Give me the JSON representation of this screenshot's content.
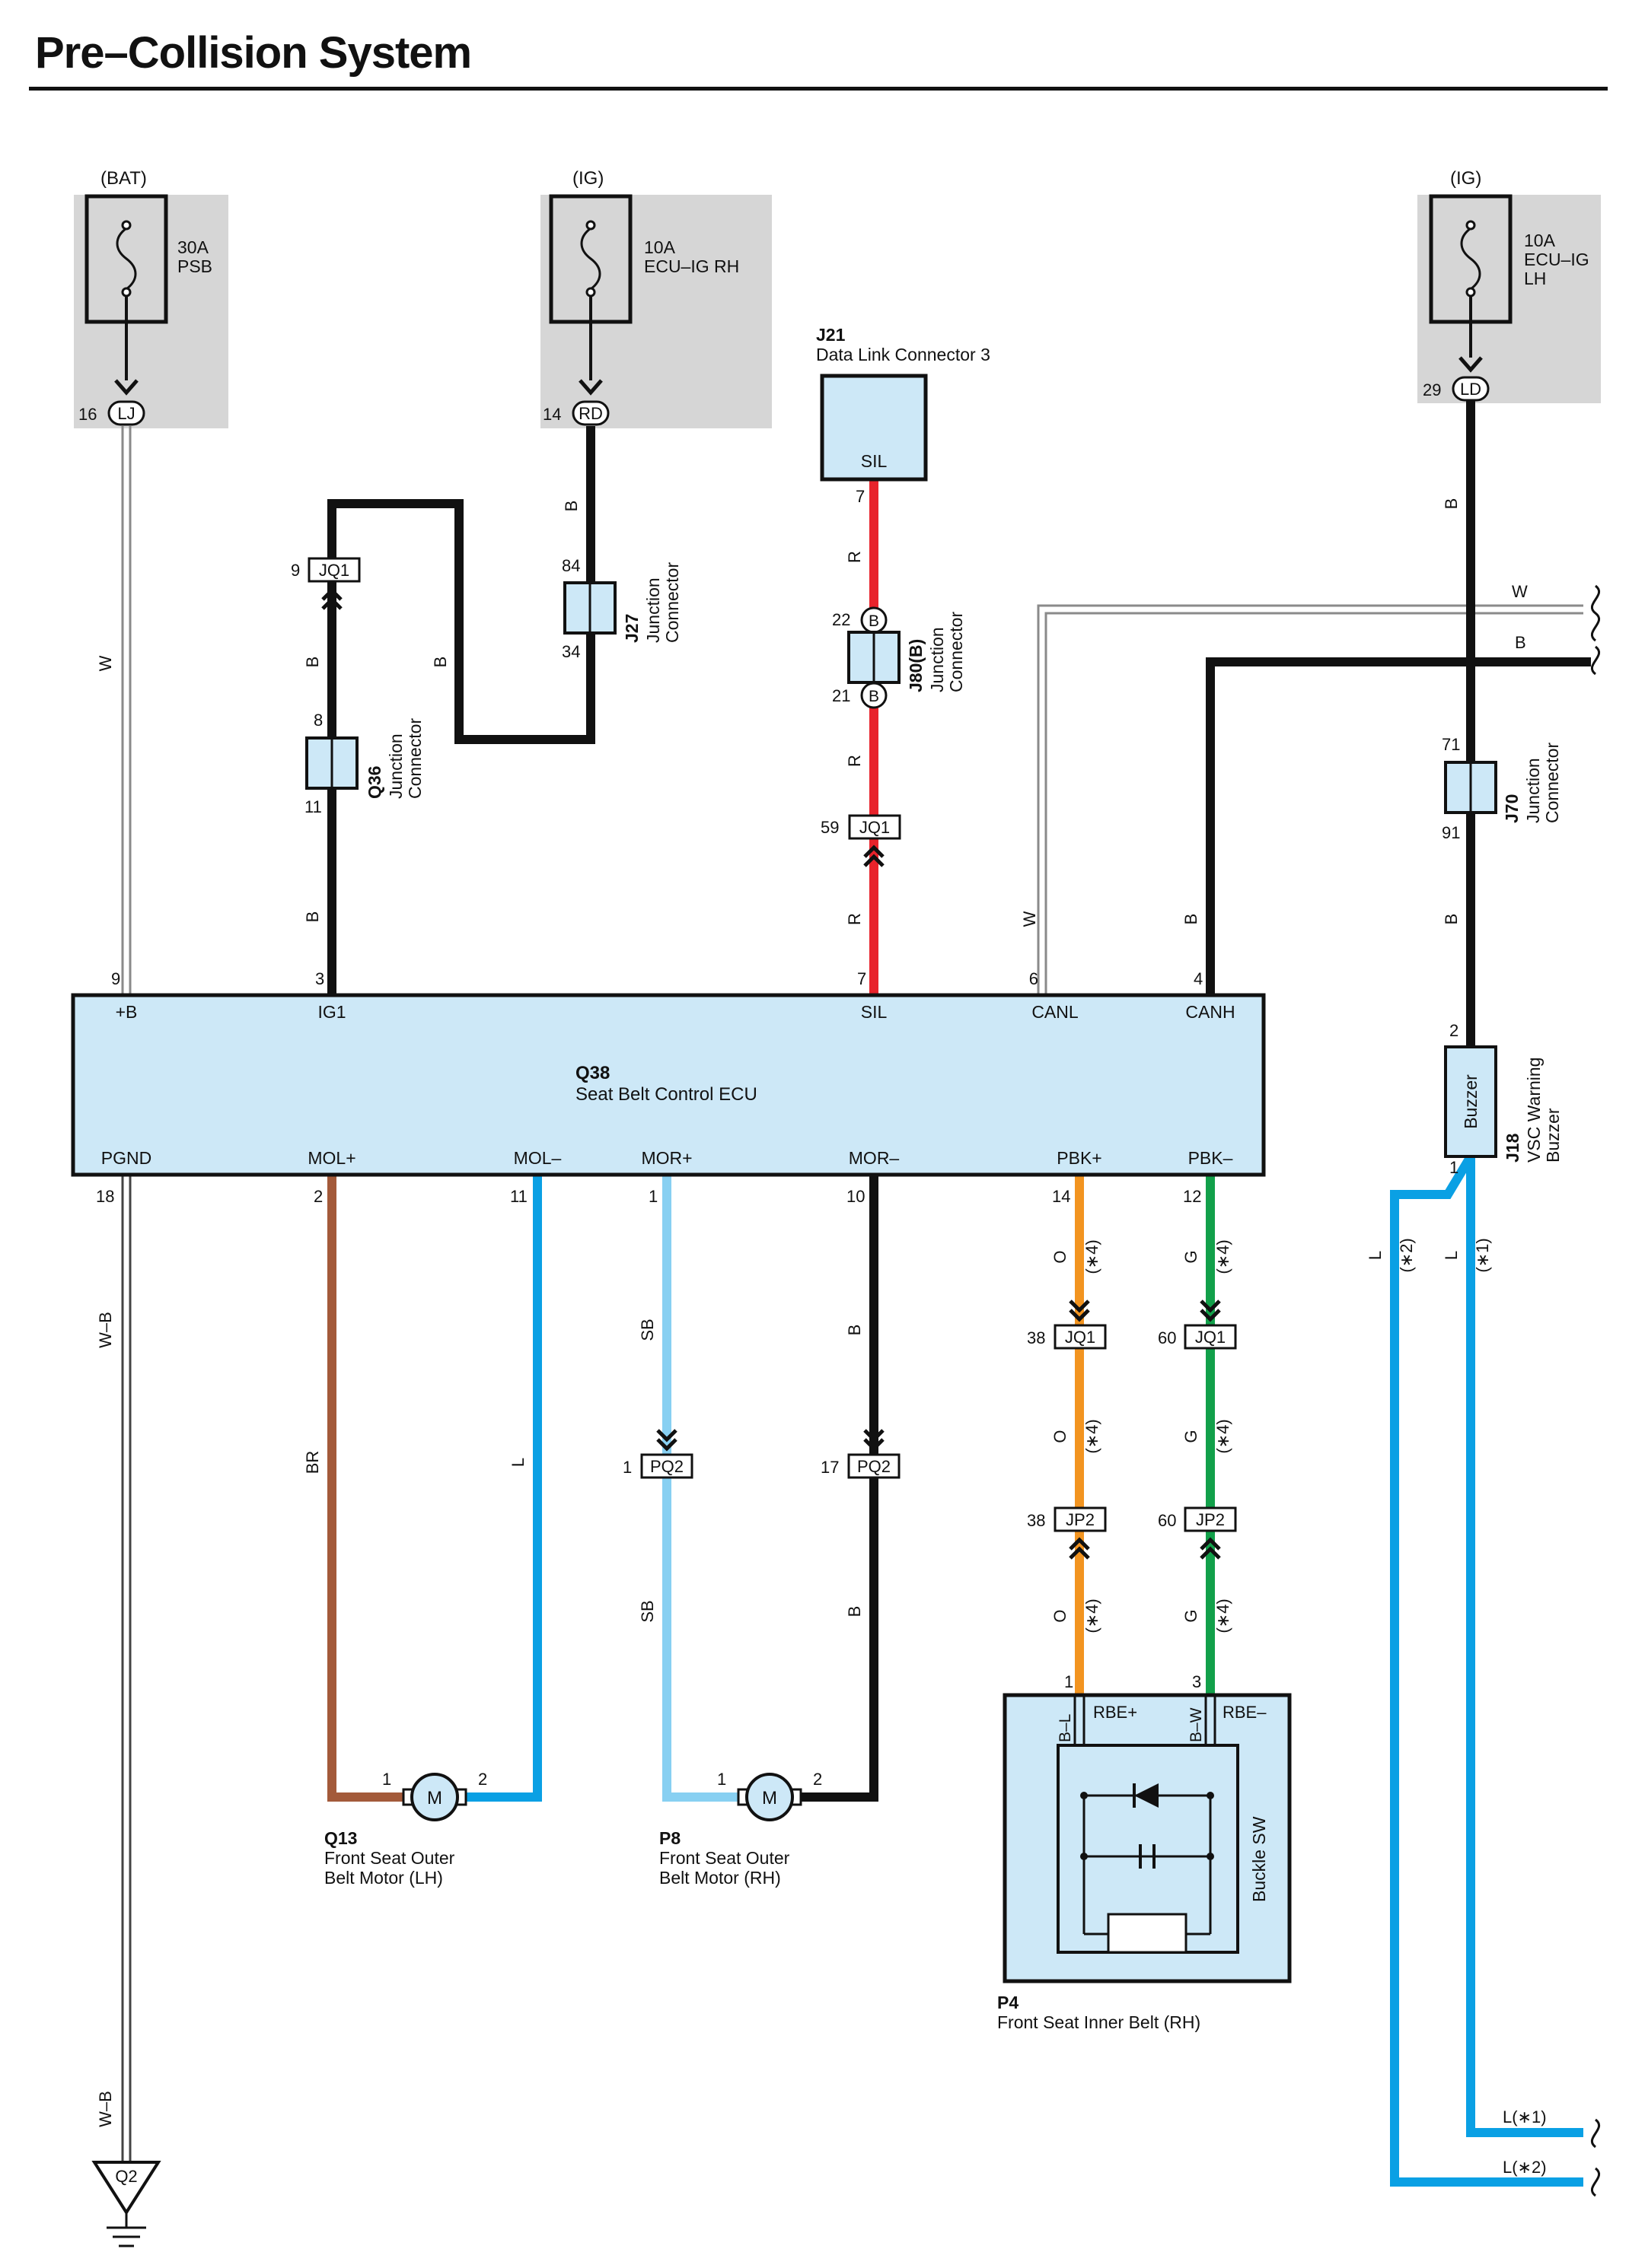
{
  "title": "Pre–Collision System",
  "sources": {
    "bat": {
      "group": "(BAT)",
      "amp": "30A",
      "name": "PSB",
      "pin": "16",
      "conn": "LJ"
    },
    "ig_rh": {
      "group": "(IG)",
      "amp": "10A",
      "name": "ECU–IG RH",
      "pin": "14",
      "conn": "RD"
    },
    "ig_lh": {
      "group": "(IG)",
      "amp": "10A",
      "name1": "ECU–IG",
      "name2": "LH",
      "pin": "29",
      "conn": "LD"
    }
  },
  "dlc": {
    "id": "J21",
    "name": "Data Link Connector 3",
    "pin_label": "SIL",
    "pin": "7"
  },
  "junctions": {
    "j27": {
      "id": "J27",
      "l1": "Junction",
      "l2": "Connector",
      "top": "84",
      "bottom": "34"
    },
    "q36": {
      "id": "Q36",
      "l1": "Junction",
      "l2": "Connector",
      "top": "8",
      "bottom": "11"
    },
    "j80": {
      "id": "J80(B)",
      "l1": "Junction",
      "l2": "Connector",
      "top": "22",
      "bottom": "21",
      "mark": "B"
    },
    "j70": {
      "id": "J70",
      "l1": "Junction",
      "l2": "Connector",
      "top": "71",
      "bottom": "91"
    }
  },
  "connectors": {
    "jq1": "JQ1",
    "pq2": "PQ2",
    "jp2": "JP2",
    "jq1_ig_pin": "9",
    "jq1_sil_pin": "59",
    "jq1_pbkp_pin": "38",
    "jq1_pbkm_pin": "60",
    "pq2_morp_pin": "1",
    "pq2_morm_pin": "17",
    "jp2_pbkp_pin": "38",
    "jp2_pbkm_pin": "60"
  },
  "ecu": {
    "id": "Q38",
    "name": "Seat Belt Control ECU",
    "top_pins": [
      {
        "label": "+B",
        "pin": "9"
      },
      {
        "label": "IG1",
        "pin": "3"
      },
      {
        "label": "SIL",
        "pin": "7"
      },
      {
        "label": "CANL",
        "pin": "6"
      },
      {
        "label": "CANH",
        "pin": "4"
      }
    ],
    "bottom_pins": [
      {
        "label": "PGND",
        "pin": "18"
      },
      {
        "label": "MOL+",
        "pin": "2"
      },
      {
        "label": "MOL–",
        "pin": "11"
      },
      {
        "label": "MOR+",
        "pin": "1"
      },
      {
        "label": "MOR–",
        "pin": "10"
      },
      {
        "label": "PBK+",
        "pin": "14"
      },
      {
        "label": "PBK–",
        "pin": "12"
      }
    ]
  },
  "wire_colors": {
    "w": "W",
    "b": "B",
    "r": "R",
    "wb": "W–B",
    "br": "BR",
    "l": "L",
    "sb": "SB",
    "o": "O",
    "g": "G",
    "star4": "(∗4)",
    "star1": "(∗1)",
    "star2": "(∗2)"
  },
  "bus": {
    "w": "W",
    "b": "B",
    "l1": "L(∗1)",
    "l2": "L(∗2)"
  },
  "buzzer": {
    "id": "J18",
    "l1": "VSC Warning",
    "l2": "Buzzer",
    "label": "Buzzer",
    "pin_top": "2",
    "pin_bottom": "1"
  },
  "motors": {
    "lh": {
      "id": "Q13",
      "l1": "Front Seat Outer",
      "l2": "Belt Motor (LH)",
      "symbol": "M",
      "pin1": "1",
      "pin2": "2"
    },
    "rh": {
      "id": "P8",
      "l1": "Front Seat Outer",
      "l2": "Belt Motor (RH)",
      "symbol": "M",
      "pin1": "1",
      "pin2": "2"
    }
  },
  "buckle": {
    "id": "P4",
    "name": "Front Seat Inner Belt (RH)",
    "sw": "Buckle SW",
    "pin1": "1",
    "pin3": "3",
    "rbe_plus": "RBE+",
    "rbe_minus": "RBE–",
    "bl": "B–L",
    "bw": "B–W"
  },
  "ground": {
    "id": "Q2"
  },
  "colors": {
    "black": "#111111",
    "red": "#e8232b",
    "blue": "#0aa0e4",
    "lightblue": "#88d0f2",
    "brown": "#a35a3a",
    "orange": "#f29420",
    "green": "#12a04a",
    "component": "#cde8f7",
    "fuse_bg": "#d6d6d6"
  }
}
